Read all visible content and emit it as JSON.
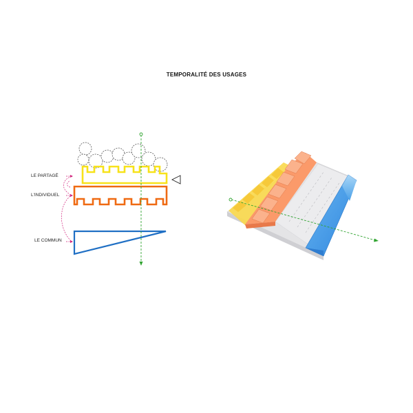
{
  "title": "TEMPORALITÉ DES USAGES",
  "labels": {
    "partage": "LE PARTAGÉ",
    "individuel": "L'INDIVIDUEL",
    "commun": "LE COMMUN"
  },
  "colors": {
    "partage": "#f7e21a",
    "individuel": "#ef6a12",
    "commun": "#1f6fc4",
    "axis": "#2fa32f",
    "connector": "#d0207a",
    "cloud": "#555555"
  }
}
